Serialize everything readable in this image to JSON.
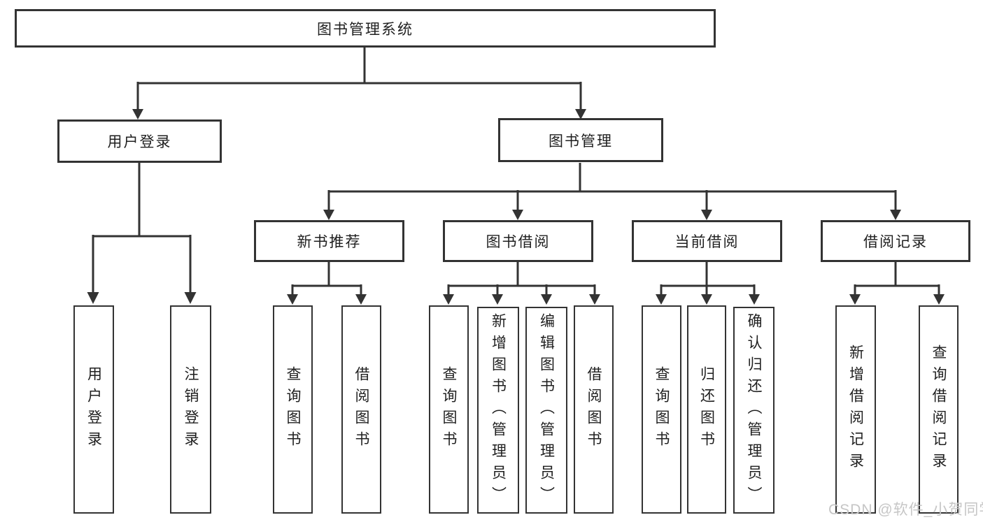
{
  "diagram": {
    "root": {
      "label": "图书管理系统"
    },
    "branches": [
      {
        "label": "用户登录",
        "children": [
          {
            "label": "用户登录"
          },
          {
            "label": "注销登录"
          }
        ]
      },
      {
        "label": "图书管理",
        "children": [
          {
            "label": "新书推荐",
            "children": [
              {
                "label": "查询图书"
              },
              {
                "label": "借阅图书"
              }
            ]
          },
          {
            "label": "图书借阅",
            "children": [
              {
                "label": "查询图书"
              },
              {
                "label": "新增图书（管理员）"
              },
              {
                "label": "编辑图书（管理员）"
              },
              {
                "label": "借阅图书"
              }
            ]
          },
          {
            "label": "当前借阅",
            "children": [
              {
                "label": "查询图书"
              },
              {
                "label": "归还图书"
              },
              {
                "label": "确认归还（管理员）"
              }
            ]
          },
          {
            "label": "借阅记录",
            "children": [
              {
                "label": "新增借阅记录"
              },
              {
                "label": "查询借阅记录"
              }
            ]
          }
        ]
      }
    ]
  },
  "watermark": {
    "text": "CSDN @软件_小贺同学",
    "color": "#c6c6c6"
  },
  "colors": {
    "line": "#333333",
    "border": "#333333",
    "text": "#1f1f1f",
    "background": "#ffffff"
  }
}
